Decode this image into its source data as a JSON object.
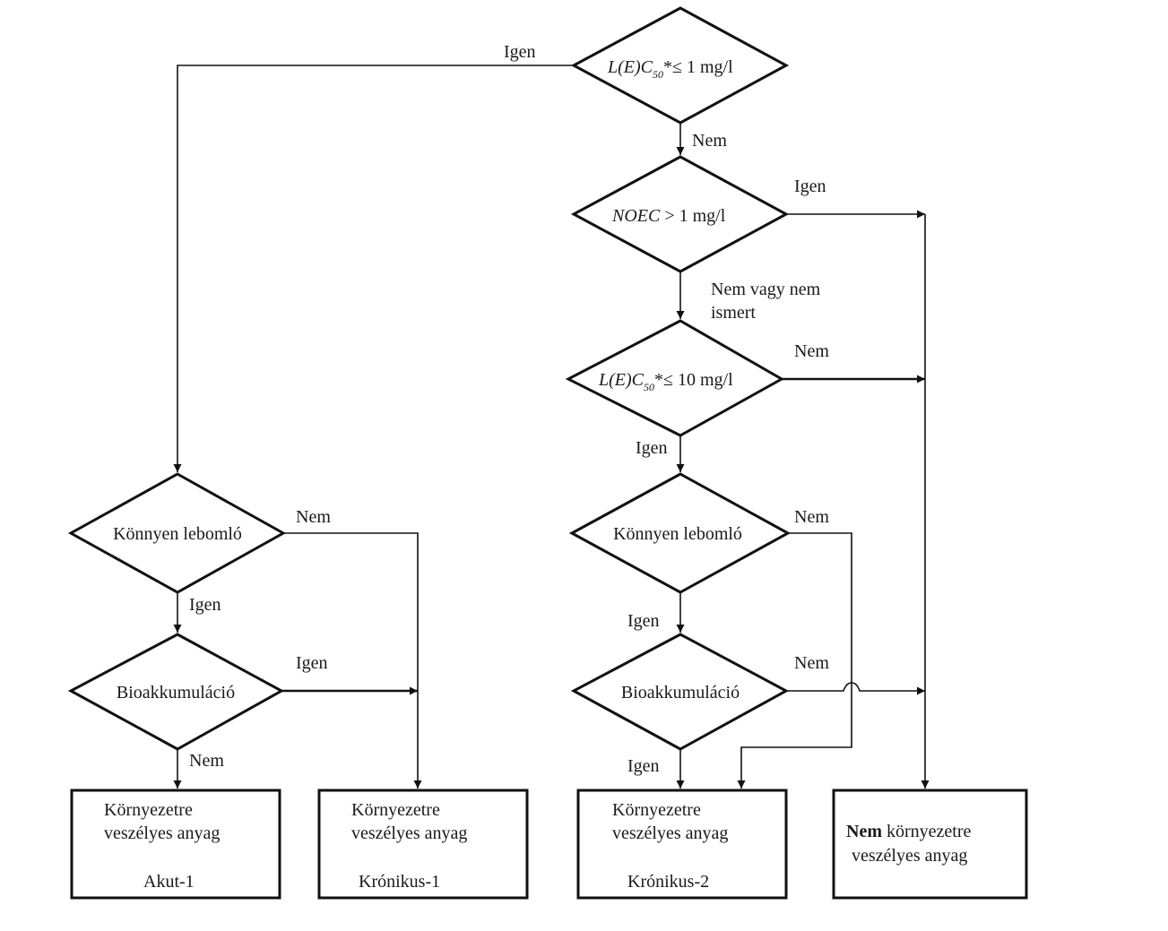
{
  "decisions": {
    "d1": {
      "prefix": "L(E)C",
      "sub": "50",
      "suffix": "*≤ 1 mg/l"
    },
    "d2": {
      "prefix": "NOEC",
      "suffix": " > 1 mg/l"
    },
    "d3": {
      "prefix": "L(E)C",
      "sub": "50",
      "suffix": "*≤ 10 mg/l"
    },
    "d4": {
      "label": "Könnyen lebomló"
    },
    "d5": {
      "label": "Bioakkumuláció"
    },
    "d6": {
      "label": "Könnyen lebomló"
    },
    "d7": {
      "label": "Bioakkumuláció"
    }
  },
  "edge_labels": {
    "d1_yes": "Igen",
    "d1_no": "Nem",
    "d2_yes": "Igen",
    "d2_no_line1": "Nem vagy nem",
    "d2_no_line2": "ismert",
    "d3_no": "Nem",
    "d3_yes": "Igen",
    "d4_no": "Nem",
    "d4_yes": "Igen",
    "d5_yes": "Igen",
    "d5_no": "Nem",
    "d6_no": "Nem",
    "d6_yes": "Igen",
    "d7_no": "Nem",
    "d7_yes": "Igen"
  },
  "outcomes": {
    "o1": {
      "line1": "Környezetre",
      "line2": "veszélyes anyag",
      "category": "Akut-1"
    },
    "o2": {
      "line1": "Környezetre",
      "line2": "veszélyes anyag",
      "category": "Krónikus-1"
    },
    "o3": {
      "line1": "Környezetre",
      "line2": "veszélyes anyag",
      "category": "Krónikus-2"
    },
    "o4": {
      "bold": "Nem",
      "line1_rest": " környezetre",
      "line2": "veszélyes anyag"
    }
  }
}
